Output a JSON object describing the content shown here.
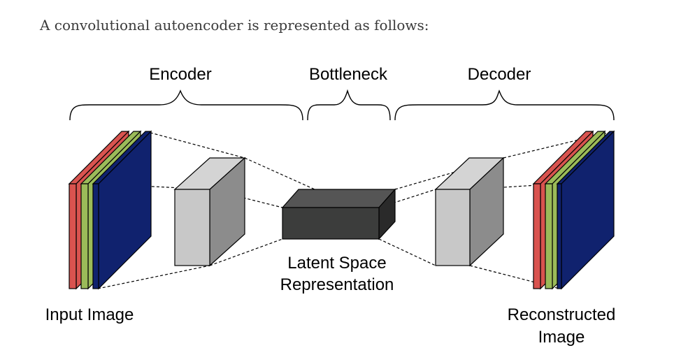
{
  "intro_text": "A convolutional autoencoder is represented as follows:",
  "diagram": {
    "sections": {
      "encoder": "Encoder",
      "bottleneck": "Bottleneck",
      "decoder": "Decoder"
    },
    "input_label": "Input Image",
    "latent_label_line1": "Latent Space",
    "latent_label_line2": "Representation",
    "output_label_line1": "Reconstructed",
    "output_label_line2": "Image",
    "channel_colors": {
      "red": "#d9534f",
      "green": "#9bbb59",
      "blue": "#10226e"
    },
    "block_colors": {
      "light_front": "#c8c8c8",
      "light_side": "#8c8c8c",
      "dark_front": "#3c3d3c",
      "dark_top": "#555555",
      "dark_side": "#2a2a2a"
    }
  }
}
